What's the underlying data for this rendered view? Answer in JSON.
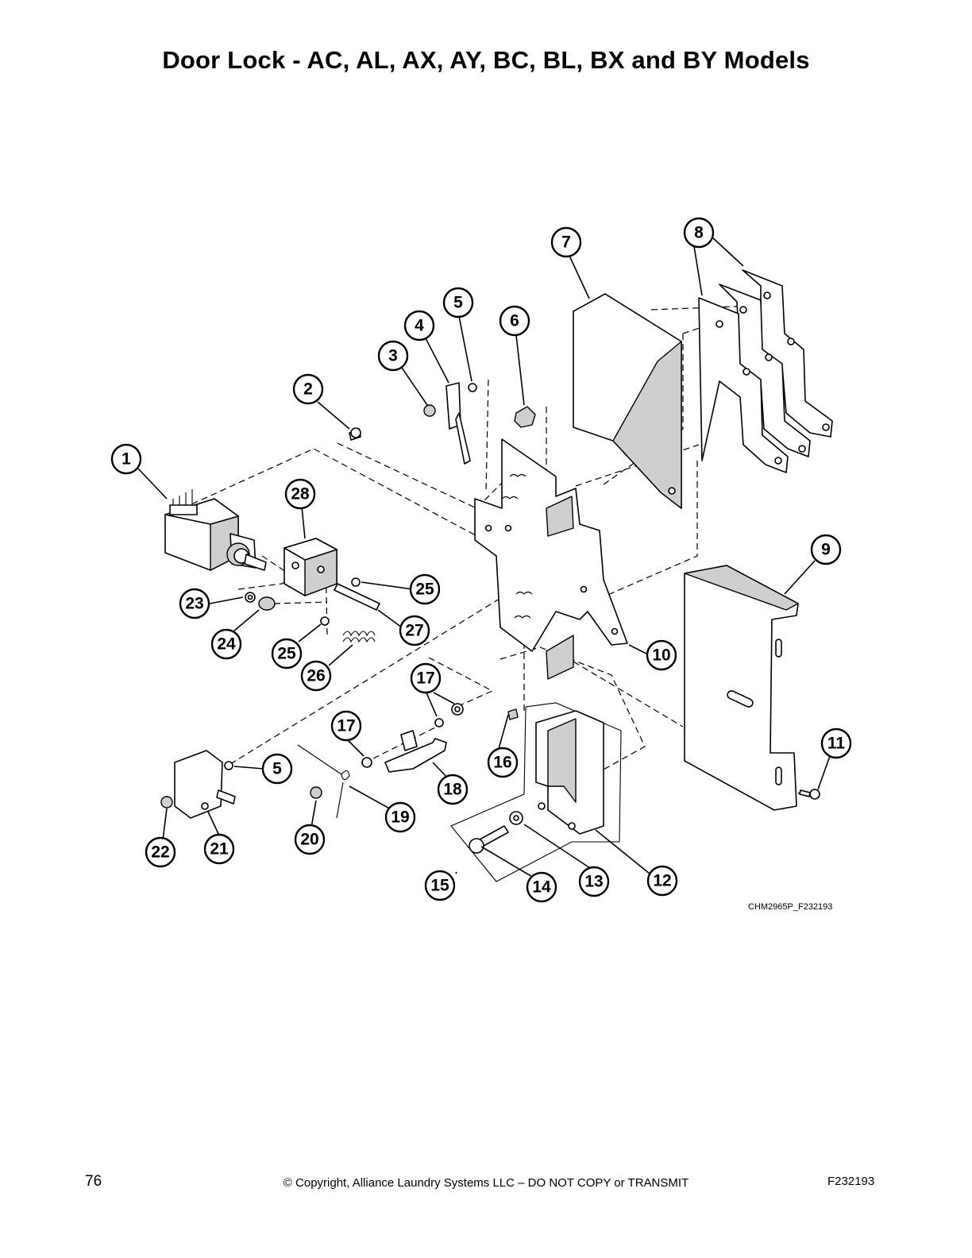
{
  "page": {
    "title": "Door Lock - AC, AL, AX, AY, BC, BL, BX and BY Models",
    "drawing_code": "CHM2965P_F232193",
    "page_number": "76",
    "copyright": "© Copyright, Alliance Laundry Systems LLC – DO NOT COPY or TRANSMIT",
    "form_number": "F232193"
  },
  "callouts": [
    "1",
    "2",
    "3",
    "4",
    "5",
    "6",
    "7",
    "8",
    "9",
    "10",
    "11",
    "12",
    "13",
    "14",
    "15",
    "16",
    "17",
    "18",
    "19",
    "20",
    "21",
    "22",
    "23",
    "24",
    "25",
    "26",
    "27",
    "28"
  ]
}
